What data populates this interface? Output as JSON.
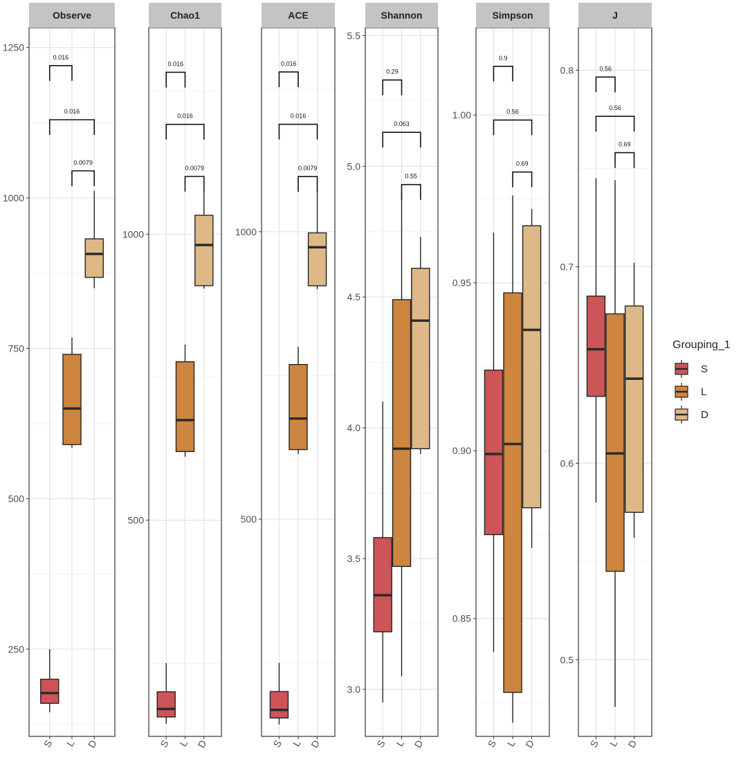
{
  "chart_data": {
    "type": "box",
    "categories": [
      "S",
      "L",
      "D"
    ],
    "legend": {
      "title": "Grouping_1",
      "entries": [
        {
          "label": "S",
          "color": "#CD5457"
        },
        {
          "label": "L",
          "color": "#CD853F"
        },
        {
          "label": "D",
          "color": "#DEB887"
        }
      ]
    },
    "grid": true,
    "panels": [
      {
        "title": "Observe",
        "ylim": [
          105,
          1283
        ],
        "yticks": [
          250,
          500,
          750,
          1000,
          1250
        ],
        "ytick_labels": [
          "250",
          "500",
          "750",
          "1000",
          "1250"
        ],
        "boxes": [
          {
            "group": "S",
            "whisker_low": 145,
            "q1": 160,
            "median": 177,
            "q3": 200,
            "whisker_high": 250
          },
          {
            "group": "L",
            "whisker_low": 585,
            "q1": 590,
            "median": 650,
            "q3": 740,
            "whisker_high": 768
          },
          {
            "group": "D",
            "whisker_low": 850,
            "q1": 868,
            "median": 907,
            "q3": 932,
            "whisker_high": 1012
          }
        ],
        "comparisons": [
          {
            "from": "S",
            "to": "L",
            "label": "0.016",
            "y": 1220
          },
          {
            "from": "S",
            "to": "D",
            "label": "0.016",
            "y": 1130
          },
          {
            "from": "L",
            "to": "D",
            "label": "0.0079",
            "y": 1045
          }
        ]
      },
      {
        "title": "Chao1",
        "ylim": [
          122,
          1361
        ],
        "yticks": [
          500,
          1000
        ],
        "ytick_labels": [
          "500",
          "1000"
        ],
        "boxes": [
          {
            "group": "S",
            "whisker_low": 144,
            "q1": 156,
            "median": 170,
            "q3": 200,
            "whisker_high": 250
          },
          {
            "group": "L",
            "whisker_low": 611,
            "q1": 620,
            "median": 675,
            "q3": 777,
            "whisker_high": 807
          },
          {
            "group": "D",
            "whisker_low": 905,
            "q1": 910,
            "median": 981,
            "q3": 1033,
            "whisker_high": 1077
          }
        ],
        "comparisons": [
          {
            "from": "S",
            "to": "L",
            "label": "0.016",
            "y": 1283
          },
          {
            "from": "S",
            "to": "D",
            "label": "0.016",
            "y": 1192
          },
          {
            "from": "L",
            "to": "D",
            "label": "0.0079",
            "y": 1101
          }
        ]
      },
      {
        "title": "ACE",
        "ylim": [
          122,
          1355
        ],
        "yticks": [
          500,
          1000
        ],
        "ytick_labels": [
          "500",
          "1000"
        ],
        "boxes": [
          {
            "group": "S",
            "whisker_low": 143,
            "q1": 154,
            "median": 168,
            "q3": 200,
            "whisker_high": 250
          },
          {
            "group": "L",
            "whisker_low": 613,
            "q1": 621,
            "median": 675,
            "q3": 769,
            "whisker_high": 800
          },
          {
            "group": "D",
            "whisker_low": 900,
            "q1": 906,
            "median": 973,
            "q3": 998,
            "whisker_high": 1075
          }
        ],
        "comparisons": [
          {
            "from": "S",
            "to": "L",
            "label": "0.016",
            "y": 1278
          },
          {
            "from": "S",
            "to": "D",
            "label": "0.016",
            "y": 1187
          },
          {
            "from": "L",
            "to": "D",
            "label": "0.0079",
            "y": 1096
          }
        ]
      },
      {
        "title": "Shannon",
        "ylim": [
          2.82,
          5.53
        ],
        "yticks": [
          3.0,
          3.5,
          4.0,
          4.5,
          5.0,
          5.5
        ],
        "ytick_labels": [
          "3.0",
          "3.5",
          "4.0",
          "4.5",
          "5.0",
          "5.5"
        ],
        "boxes": [
          {
            "group": "S",
            "whisker_low": 2.95,
            "q1": 3.22,
            "median": 3.36,
            "q3": 3.58,
            "whisker_high": 4.1
          },
          {
            "group": "L",
            "whisker_low": 3.05,
            "q1": 3.47,
            "median": 3.92,
            "q3": 4.49,
            "whisker_high": 4.9
          },
          {
            "group": "D",
            "whisker_low": 3.9,
            "q1": 3.92,
            "median": 4.41,
            "q3": 4.61,
            "whisker_high": 4.73
          }
        ],
        "comparisons": [
          {
            "from": "S",
            "to": "L",
            "label": "0.29",
            "y": 5.33
          },
          {
            "from": "S",
            "to": "D",
            "label": "0.063",
            "y": 5.13
          },
          {
            "from": "L",
            "to": "D",
            "label": "0.55",
            "y": 4.93
          }
        ]
      },
      {
        "title": "Simpson",
        "ylim": [
          0.8149,
          1.026
        ],
        "yticks": [
          0.85,
          0.9,
          0.95,
          1.0
        ],
        "ytick_labels": [
          "0.85",
          "0.90",
          "0.95",
          "1.00"
        ],
        "boxes": [
          {
            "group": "S",
            "whisker_low": 0.84,
            "q1": 0.875,
            "median": 0.899,
            "q3": 0.924,
            "whisker_high": 0.965
          },
          {
            "group": "L",
            "whisker_low": 0.819,
            "q1": 0.828,
            "median": 0.902,
            "q3": 0.947,
            "whisker_high": 0.976
          },
          {
            "group": "D",
            "whisker_low": 0.871,
            "q1": 0.883,
            "median": 0.936,
            "q3": 0.967,
            "whisker_high": 0.972
          }
        ],
        "comparisons": [
          {
            "from": "S",
            "to": "L",
            "label": "0.9",
            "y": 1.0145
          },
          {
            "from": "S",
            "to": "D",
            "label": "0.56",
            "y": 0.9985
          },
          {
            "from": "L",
            "to": "D",
            "label": "0.69",
            "y": 0.983
          }
        ]
      },
      {
        "title": "J",
        "ylim": [
          0.461,
          0.8216
        ],
        "yticks": [
          0.5,
          0.6,
          0.7,
          0.8
        ],
        "ytick_labels": [
          "0.5",
          "0.6",
          "0.7",
          "0.8"
        ],
        "boxes": [
          {
            "group": "S",
            "whisker_low": 0.58,
            "q1": 0.634,
            "median": 0.658,
            "q3": 0.685,
            "whisker_high": 0.745
          },
          {
            "group": "L",
            "whisker_low": 0.476,
            "q1": 0.545,
            "median": 0.605,
            "q3": 0.676,
            "whisker_high": 0.744
          },
          {
            "group": "D",
            "whisker_low": 0.562,
            "q1": 0.575,
            "median": 0.643,
            "q3": 0.68,
            "whisker_high": 0.702
          }
        ],
        "comparisons": [
          {
            "from": "S",
            "to": "L",
            "label": "0.56",
            "y": 0.7965
          },
          {
            "from": "S",
            "to": "D",
            "label": "0.56",
            "y": 0.7765
          },
          {
            "from": "L",
            "to": "D",
            "label": "0.69",
            "y": 0.758
          }
        ]
      }
    ]
  }
}
